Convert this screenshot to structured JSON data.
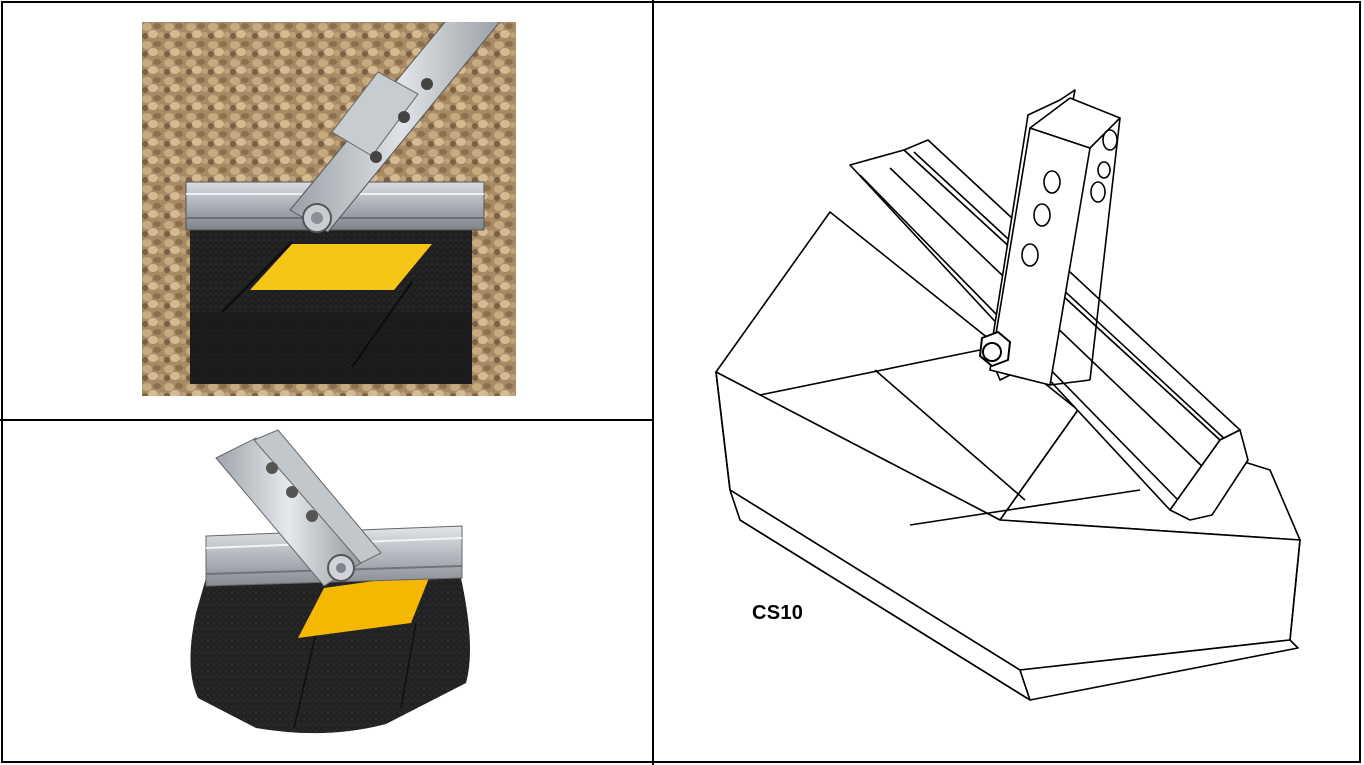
{
  "drawing": {
    "model_label": "CS10"
  },
  "colors": {
    "border": "#000000",
    "reflective_stripe": "#f5c518",
    "rubber_base": "#1c1c1c",
    "steel": "#b8bcc2",
    "gravel": "#b89a72"
  },
  "panels": [
    {
      "name": "installed-photo",
      "icon": "rooftop-support-photo"
    },
    {
      "name": "product-photo",
      "icon": "rubber-block-support-photo"
    },
    {
      "name": "line-drawing",
      "icon": "isometric-drawing"
    }
  ]
}
